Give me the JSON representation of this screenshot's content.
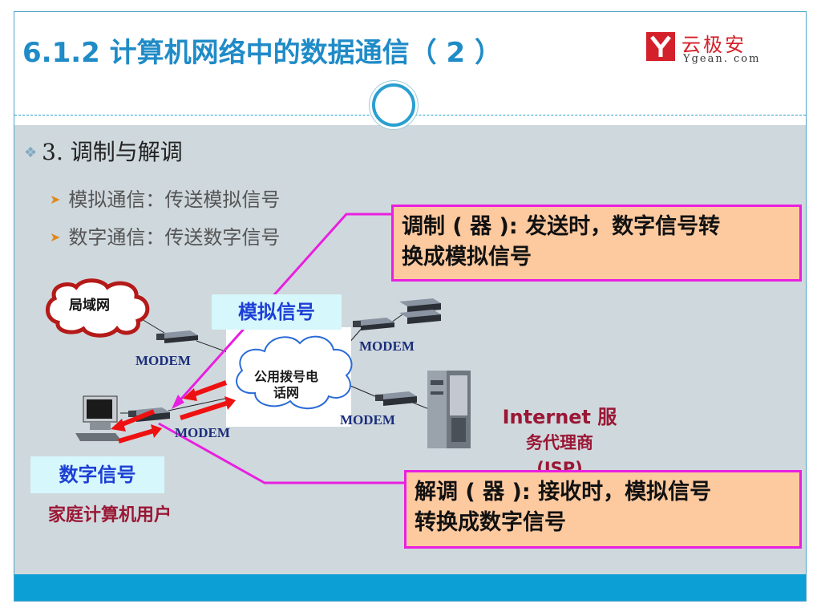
{
  "slide": {
    "title": "6.1.2  计算机网络中的数据通信（ 2 ）",
    "logo_cn": "云极安",
    "logo_en": "Ygean. com",
    "bullet_main": "3.  调制与解调",
    "sub_bullets": [
      "模拟通信：传送模拟信号",
      "数字通信：传送数字信号"
    ],
    "callout_top": [
      "调制 ( 器 ): 发送时，数字信号转",
      "换成模拟信号"
    ],
    "callout_bottom": [
      "解调 ( 器 ): 接收时，模拟信号",
      "转换成数字信号"
    ],
    "lan_label": "局域网",
    "analog_label": "模拟信号",
    "digital_label": "数字信号",
    "cloud_label": [
      "公用拨号电",
      "话网"
    ],
    "modem_labels": [
      "MODEM",
      "MODEM",
      "MODEM",
      "MODEM"
    ],
    "isp_label": [
      "Internet 服",
      "务代理商",
      "(ISP)"
    ],
    "home_user_label": "家庭计算机用户"
  },
  "colors": {
    "title": "#1f8bc7",
    "callout_bg": "#fdc99f",
    "callout_border": "#e81fe0",
    "arrow_red": "#ee1111",
    "label_box_bg": "#d6f7fb",
    "footer": "#0c9fd6"
  },
  "icons": [
    "lan-cloud-icon",
    "modem-icon",
    "computer-icon",
    "server-icon",
    "network-cloud-icon",
    "logo-y-icon"
  ]
}
